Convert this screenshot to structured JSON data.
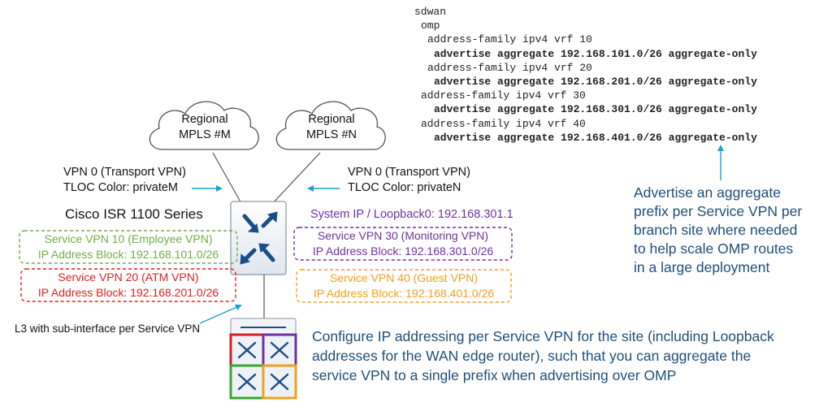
{
  "code": {
    "lines": [
      {
        "text": "sdwan",
        "bold": false,
        "indent": 0
      },
      {
        "text": "omp",
        "bold": false,
        "indent": 1
      },
      {
        "text": "address-family ipv4 vrf 10",
        "bold": false,
        "indent": 2
      },
      {
        "text": "advertise aggregate 192.168.101.0/26 aggregate-only",
        "bold": true,
        "indent": 3
      },
      {
        "text": "address-family ipv4 vrf 20",
        "bold": false,
        "indent": 2
      },
      {
        "text": "advertise aggregate 192.168.201.0/26 aggregate-only",
        "bold": true,
        "indent": 3
      },
      {
        "text": "address-family ipv4 vrf 30",
        "bold": false,
        "indent": 1
      },
      {
        "text": "advertise aggregate 192.168.301.0/26 aggregate-only",
        "bold": true,
        "indent": 3
      },
      {
        "text": "address-family ipv4 vrf 40",
        "bold": false,
        "indent": 1
      },
      {
        "text": "advertise aggregate 192.168.401.0/26 aggregate-only",
        "bold": true,
        "indent": 3
      }
    ]
  },
  "clouds": [
    {
      "line1": "Regional",
      "line2": "MPLS #M"
    },
    {
      "line1": "Regional",
      "line2": "MPLS #N"
    }
  ],
  "transport_left": {
    "line1": "VPN 0 (Transport VPN)",
    "line2": "TLOC Color: privateM"
  },
  "transport_right": {
    "line1": "VPN 0 (Transport VPN)",
    "line2": "TLOC Color: privateN"
  },
  "router_label": "Cisco ISR 1100 Series",
  "system_ip": "System IP / Loopback0: 192.168.301.1",
  "service_vpns": [
    {
      "line1": "Service VPN 10  (Employee VPN)",
      "line2": "IP Address Block: 192.168.101.0/26",
      "color": "#70ad47"
    },
    {
      "line1": "Service VPN 20  (ATM VPN)",
      "line2": "IP Address Block: 192.168.201.0/26",
      "color": "#e02020"
    },
    {
      "line1": "Service VPN 30  (Monitoring VPN)",
      "line2": "IP Address Block: 192.168.301.0/26",
      "color": "#7030a0"
    },
    {
      "line1": "Service VPN 40  (Guest VPN)",
      "line2": "IP Address Block: 192.168.401.0/26",
      "color": "#f0a020"
    }
  ],
  "l3_note": "L3 with sub-interface per Service VPN",
  "advertise_note": [
    "Advertise an aggregate",
    "prefix per Service VPN per",
    "branch site where needed",
    "to help scale OMP routes",
    "in a large deployment"
  ],
  "config_note": [
    "Configure IP addressing per Service VPN for the site (including Loopback",
    "addresses for the WAN edge router), such that you can aggregate the",
    "service VPN to a single prefix when advertising over OMP"
  ],
  "colors": {
    "accent_blue": "#1f4e79",
    "arrow_cyan": "#1ba1d8",
    "router_blue": "#1a4e8a"
  }
}
